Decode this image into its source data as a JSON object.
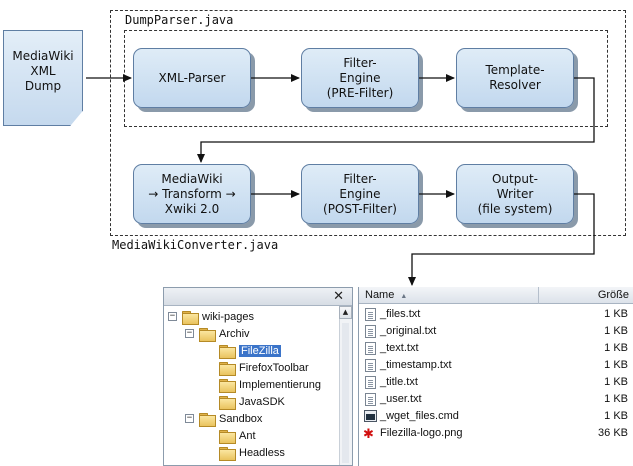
{
  "diagram": {
    "outer_label": "MediaWikiConverter.java",
    "inner_label": "DumpParser.java",
    "dump": "MediaWiki\nXML\nDump",
    "row1": [
      "XML-Parser",
      "Filter-\nEngine\n(PRE-Filter)",
      "Template-\nResolver"
    ],
    "row2": [
      "MediaWiki\n→ Transform →\nXwiki 2.0",
      "Filter-\nEngine\n(POST-Filter)",
      "Output-\nWriter\n(file system)"
    ]
  },
  "explorer": {
    "close_glyph": "✕",
    "scroll_up_glyph": "▲",
    "tree": [
      {
        "label": "wiki-pages",
        "level": 0,
        "expander": "−",
        "selected": false
      },
      {
        "label": "Archiv",
        "level": 1,
        "expander": "−",
        "selected": false
      },
      {
        "label": "FileZilla",
        "level": 2,
        "expander": "",
        "selected": true
      },
      {
        "label": "FirefoxToolbar",
        "level": 2,
        "expander": "",
        "selected": false
      },
      {
        "label": "Implementierung",
        "level": 2,
        "expander": "",
        "selected": false
      },
      {
        "label": "JavaSDK",
        "level": 2,
        "expander": "",
        "selected": false
      },
      {
        "label": "Sandbox",
        "level": 1,
        "expander": "−",
        "selected": false
      },
      {
        "label": "Ant",
        "level": 2,
        "expander": "",
        "selected": false
      },
      {
        "label": "Headless",
        "level": 2,
        "expander": "",
        "selected": false
      }
    ],
    "columns": {
      "name": "Name",
      "size": "Größe",
      "sort_glyph": "▲"
    },
    "files": [
      {
        "name": "_files.txt",
        "size": "1 KB",
        "icon": "text-file-icon"
      },
      {
        "name": "_original.txt",
        "size": "1 KB",
        "icon": "text-file-icon"
      },
      {
        "name": "_text.txt",
        "size": "1 KB",
        "icon": "text-file-icon"
      },
      {
        "name": "_timestamp.txt",
        "size": "1 KB",
        "icon": "text-file-icon"
      },
      {
        "name": "_title.txt",
        "size": "1 KB",
        "icon": "text-file-icon"
      },
      {
        "name": "_user.txt",
        "size": "1 KB",
        "icon": "text-file-icon"
      },
      {
        "name": "_wget_files.cmd",
        "size": "1 KB",
        "icon": "cmd-file-icon"
      },
      {
        "name": "Filezilla-logo.png",
        "size": "36 KB",
        "icon": "image-file-icon"
      }
    ],
    "image_icon_glyph": "✱",
    "accent_color": "#3b74c9"
  }
}
